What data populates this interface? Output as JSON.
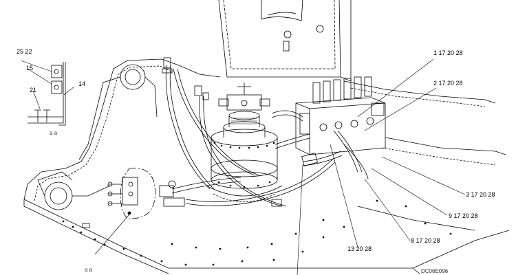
{
  "callouts": {
    "c1": "1 17 20 28",
    "c2": "2 17 20 28",
    "c3": "3 17 20 28",
    "c9": "9 17 20 28",
    "c8": "8 17 20 28",
    "c13": "13 20 28",
    "c14": "14",
    "c15": "15",
    "c21": "21",
    "c2522": "25 22"
  },
  "detail_marks": {
    "aa_left": "a a",
    "aa_bottom": "a a"
  },
  "drawing_code": "DC06E096"
}
